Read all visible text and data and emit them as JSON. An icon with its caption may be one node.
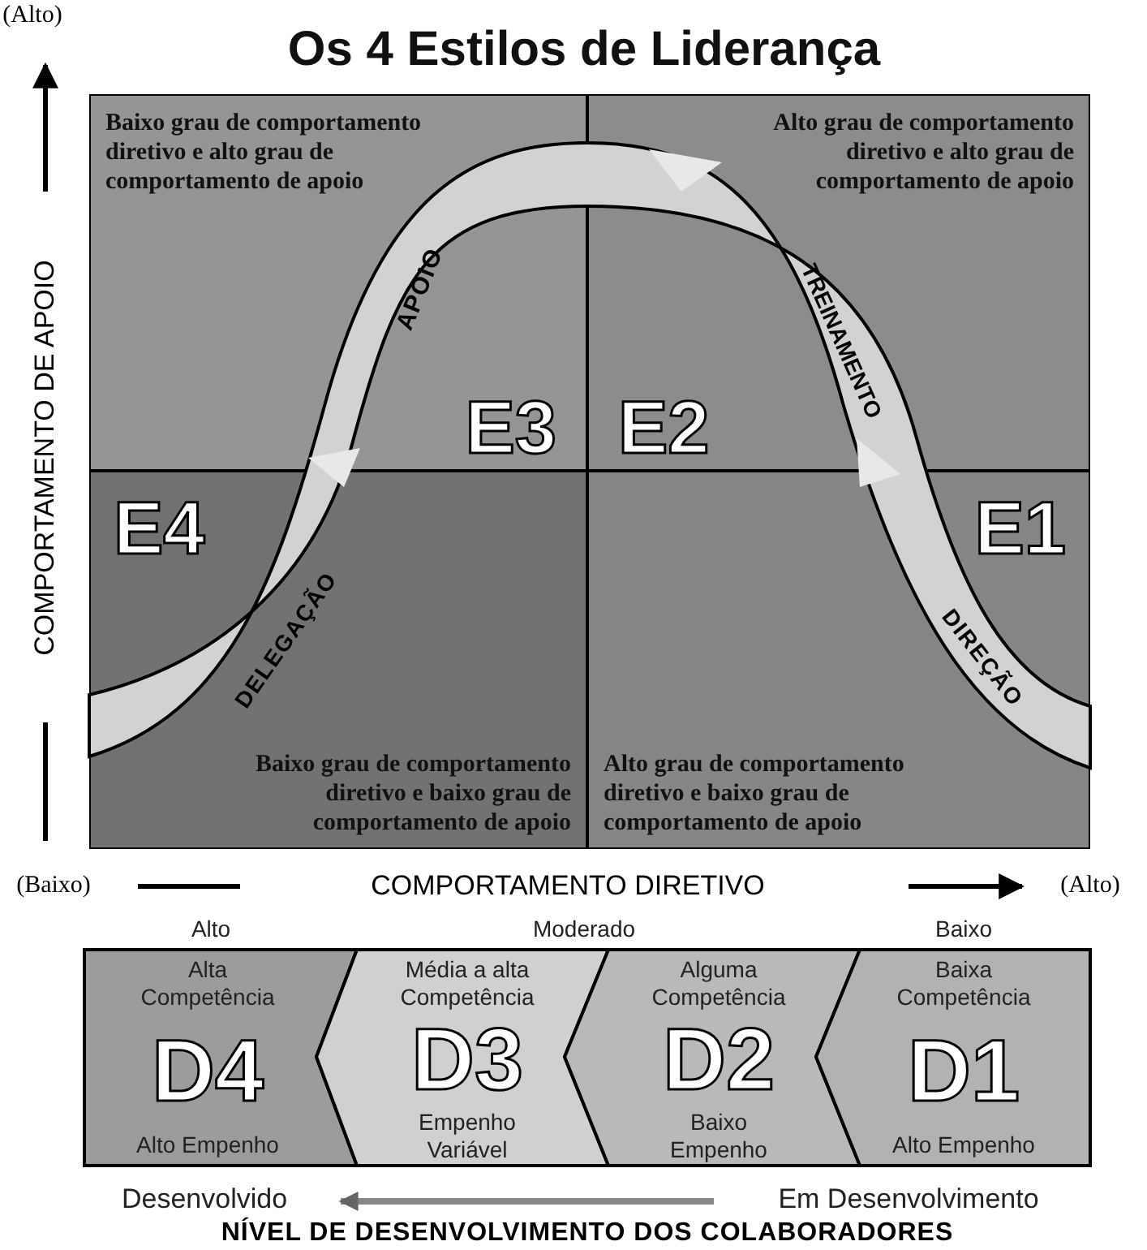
{
  "diagram": {
    "title": "Os 4 Estilos de Liderança",
    "nodes": [
      {
        "text": [
          "Baixo grau de comportamento diretivo e alto grau de comportamento de apoio",
          "E3"
        ]
      },
      {
        "text": [
          "Alto grau de comportamento diretivo e alto grau de comportamento de apoio",
          "E2"
        ]
      },
      {
        "text": [
          "E4",
          "Baixo grau de comportamento diretivo e baixo grau de comportamento de apoio"
        ]
      },
      {
        "text": [
          "E1",
          "Alto grau de comportamento diretivo e baixo grau de comportamento de apoio"
        ]
      },
      {
        "text": [
          "Alta Competência",
          "D4",
          "Alto Empenho"
        ]
      },
      {
        "text": [
          "Média a alta Competência",
          "D3",
          "Empenho Variável"
        ]
      },
      {
        "text": [
          "Alguma Competência",
          "D2",
          "Baixo Empenho"
        ]
      },
      {
        "text": [
          "Baixa Competência",
          "D1",
          "Alto Empenho"
        ]
      }
    ],
    "labels": [
      "(Alto)",
      "COMPORTAMENTO DE APOIO",
      "APOIO",
      "TREINAMENTO",
      "DELEGAÇÃO",
      "DIREÇÃO",
      "(Baixo)",
      "COMPORTAMENTO DIRETIVO",
      "(Alto)",
      "Alto",
      "Moderado",
      "Baixo",
      "Desenvolvido",
      "Em Desenvolvimento",
      "NÍVEL DE DESENVOLVIMENTO DOS COLABORADORES"
    ]
  }
}
